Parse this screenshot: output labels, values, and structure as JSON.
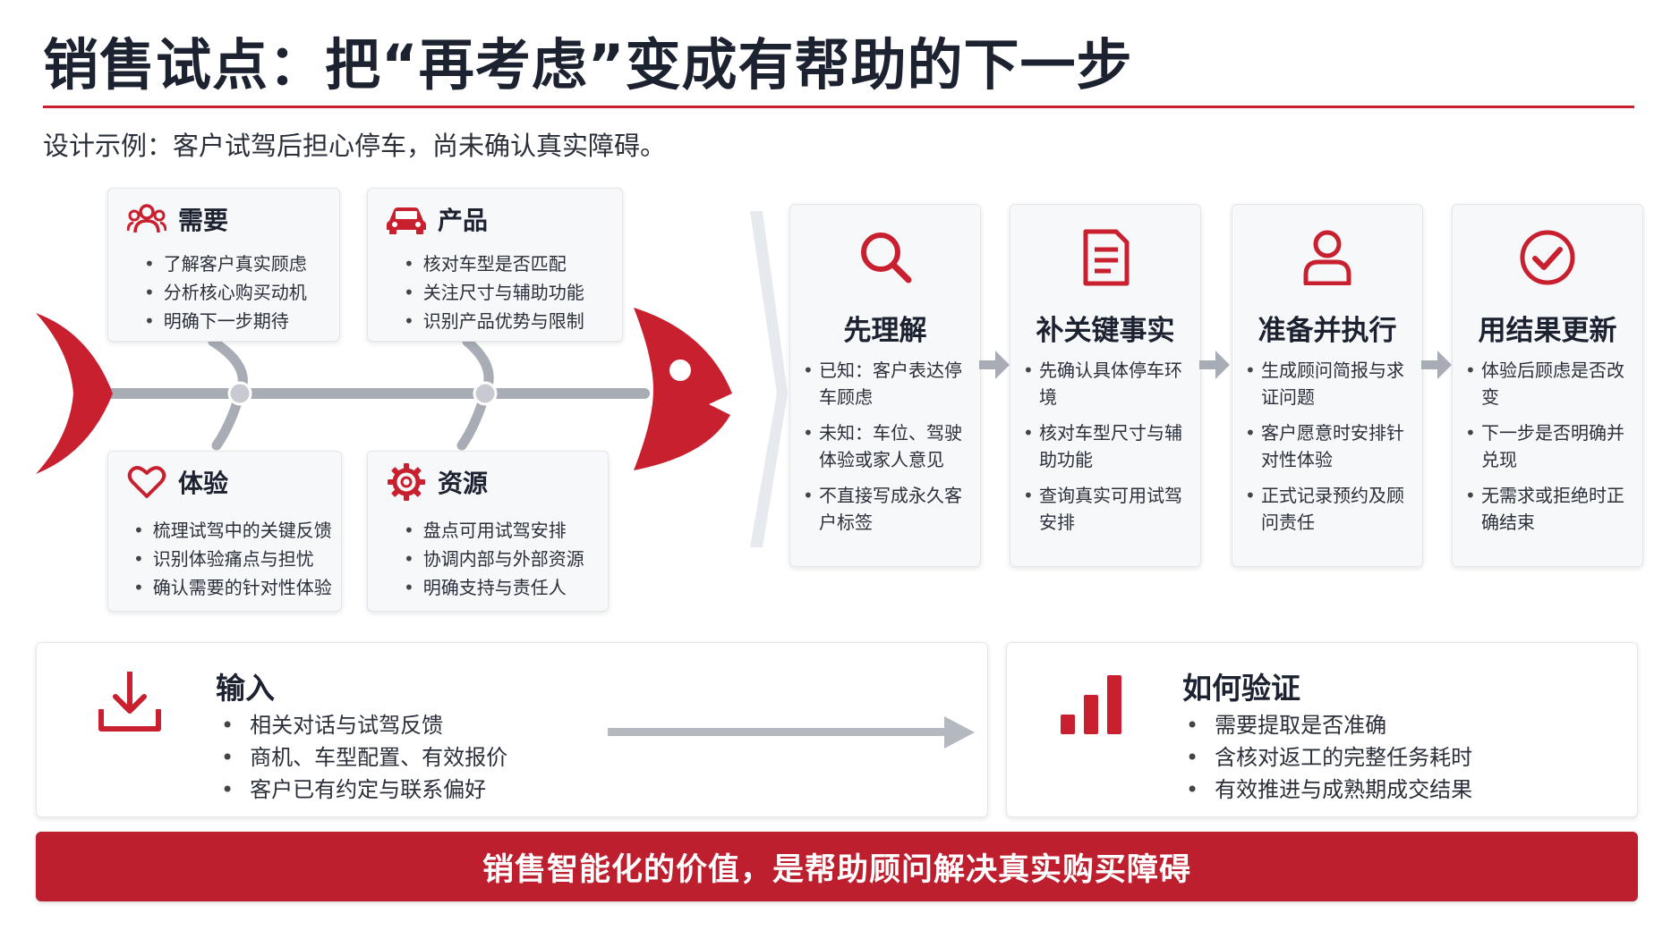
{
  "title": "销售试点：把“再考虑”变成有帮助的下一步",
  "subtitle": "设计示例：客户试驾后担心停车，尚未确认真实障碍。",
  "colors": {
    "accent": "#c8202f",
    "spine": "#a8adb5",
    "card_bg": "#f7f8fa",
    "text": "#1d2230"
  },
  "fishbone": {
    "need": {
      "icon": "users-icon",
      "title": "需要",
      "items": [
        "了解客户真实顾虑",
        "分析核心购买动机",
        "明确下一步期待"
      ]
    },
    "product": {
      "icon": "car-icon",
      "title": "产品",
      "items": [
        "核对车型是否匹配",
        "关注尺寸与辅助功能",
        "识别产品优势与限制"
      ]
    },
    "experience": {
      "icon": "heart-icon",
      "title": "体验",
      "items": [
        "梳理试驾中的关键反馈",
        "识别体验痛点与担忧",
        "确认需要的针对性体验"
      ]
    },
    "resource": {
      "icon": "gear-icon",
      "title": "资源",
      "items": [
        "盘点可用试驾安排",
        "协调内部与外部资源",
        "明确支持与责任人"
      ]
    }
  },
  "steps": [
    {
      "icon": "search-icon",
      "title": "先理解",
      "items": [
        "已知：客户表达停车顾虑",
        "未知：车位、驾驶体验或家人意见",
        "不直接写成永久客户标签"
      ]
    },
    {
      "icon": "document-icon",
      "title": "补关键事实",
      "items": [
        "先确认具体停车环境",
        "核对车型尺寸与辅助功能",
        "查询真实可用试驾安排"
      ]
    },
    {
      "icon": "person-icon",
      "title": "准备并执行",
      "items": [
        "生成顾问简报与求证问题",
        "客户愿意时安排针对性体验",
        "正式记录预约及顾问责任"
      ]
    },
    {
      "icon": "check-circle-icon",
      "title": "用结果更新",
      "items": [
        "体验后顾虑是否改变",
        "下一步是否明确并兑现",
        "无需求或拒绝时正确结束"
      ]
    }
  ],
  "input": {
    "icon": "download-icon",
    "title": "输入",
    "items": [
      "相关对话与试驾反馈",
      "商机、车型配置、有效报价",
      "客户已有约定与联系偏好"
    ]
  },
  "verify": {
    "icon": "bar-chart-icon",
    "title": "如何验证",
    "items": [
      "需要提取是否准确",
      "含核对返工的完整任务耗时",
      "有效推进与成熟期成交结果"
    ]
  },
  "banner": "销售智能化的价值，是帮助顾问解决真实购买障碍"
}
